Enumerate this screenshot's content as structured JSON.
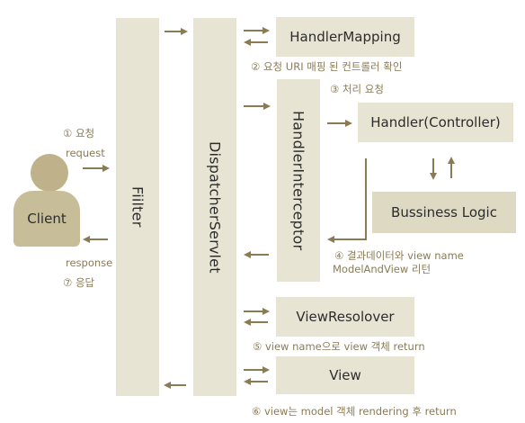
{
  "client": {
    "label": "Client"
  },
  "filter": {
    "label": "Fiilter"
  },
  "dispatcher": {
    "label": "DispatcherServlet"
  },
  "interceptor": {
    "label": "HandlerInterceptor"
  },
  "boxes": {
    "handler_mapping": "HandlerMapping",
    "handler": "Handler(Controller)",
    "business_logic": "Bussiness Logic",
    "view_resolver": "ViewResolover",
    "view": "View"
  },
  "notes": {
    "step1": "① 요청",
    "request": "request",
    "response": "response",
    "step7": "⑦ 응답",
    "step2": "② 요청 URI 매핑 된 컨트롤러 확인",
    "step3": "③ 처리 요청",
    "step4_line1": "④ 결과데이터와 view name",
    "step4_line2": "ModelAndView 리턴",
    "step5": "⑤ view name으로 view 객체 return",
    "step6": "⑥ view는 model 객체 rendering 후 return"
  },
  "colors": {
    "box": "#e8e4d4",
    "client": "#c7bd99",
    "arrow": "#8a7b55",
    "note": "#8a7b55"
  }
}
